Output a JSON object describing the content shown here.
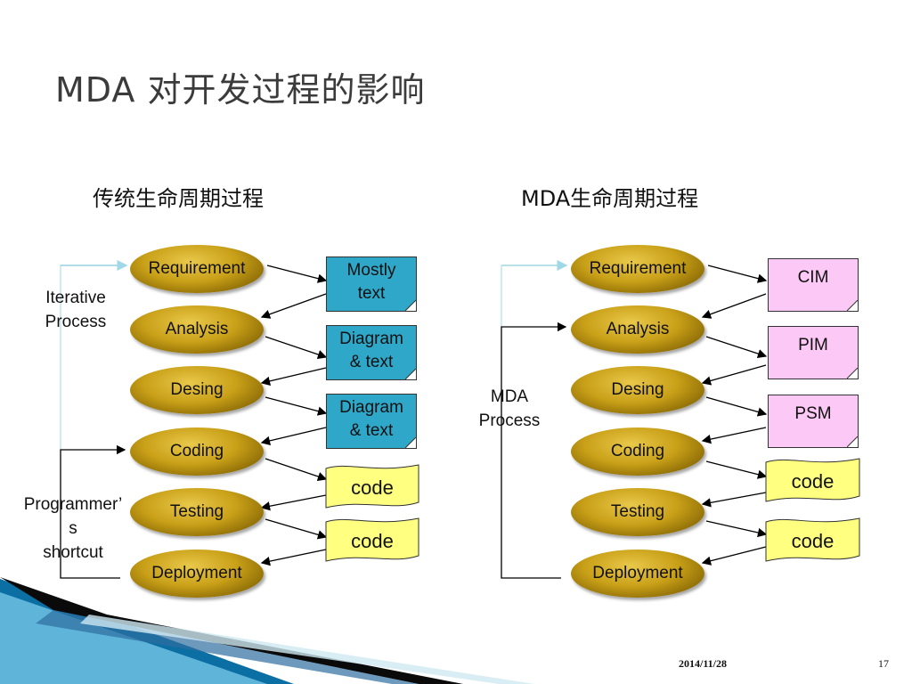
{
  "title": "MDA 对开发过程的影响",
  "left": {
    "subtitle": "传统生命周期过程",
    "iterative_label": "Iterative\nProcess",
    "shortcut_label": "Programmer’\ns\nshortcut",
    "phases": [
      "Requirement",
      "Analysis",
      "Desing",
      "Coding",
      "Testing",
      "Deployment"
    ],
    "artifacts": [
      "Mostly\ntext",
      "Diagram\n& text",
      "Diagram\n& text",
      "code",
      "code"
    ]
  },
  "right": {
    "subtitle": "MDA生命周期过程",
    "mda_label": "MDA\nProcess",
    "phases": [
      "Requirement",
      "Analysis",
      "Desing",
      "Coding",
      "Testing",
      "Deployment"
    ],
    "artifacts": [
      "CIM",
      "PIM",
      "PSM",
      "code",
      "code"
    ]
  },
  "footer": {
    "date": "2014/11/28",
    "page": "17"
  },
  "colors": {
    "phase_oval": "#c9a018",
    "blue_doc": "#2ea7c8",
    "pink_doc": "#fcc8f5",
    "code_wave": "#ffff80"
  }
}
